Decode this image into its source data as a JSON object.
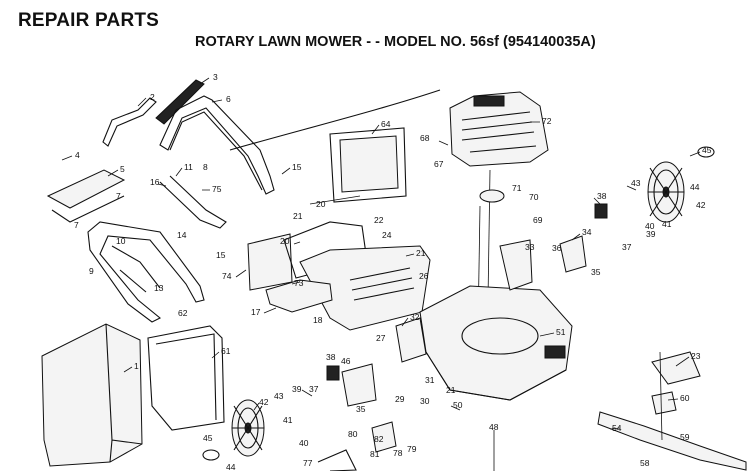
{
  "header": {
    "title": "REPAIR PARTS",
    "subtitle": "ROTARY LAWN MOWER - - MODEL NO. 56sf (954140035A)"
  },
  "diagram": {
    "callouts": [
      {
        "id": "c2",
        "text": "2"
      },
      {
        "id": "c3",
        "text": "3"
      },
      {
        "id": "c6",
        "text": "6"
      },
      {
        "id": "c4",
        "text": "4"
      },
      {
        "id": "c5",
        "text": "5"
      },
      {
        "id": "c11",
        "text": "11"
      },
      {
        "id": "c8",
        "text": "8"
      },
      {
        "id": "c16",
        "text": "16"
      },
      {
        "id": "c75",
        "text": "75"
      },
      {
        "id": "c15a",
        "text": "15"
      },
      {
        "id": "c7a",
        "text": "7"
      },
      {
        "id": "c7b",
        "text": "7"
      },
      {
        "id": "c10",
        "text": "10"
      },
      {
        "id": "c14",
        "text": "14"
      },
      {
        "id": "c15b",
        "text": "15"
      },
      {
        "id": "c9",
        "text": "9"
      },
      {
        "id": "c13",
        "text": "13"
      },
      {
        "id": "c62",
        "text": "62"
      },
      {
        "id": "c20a",
        "text": "20"
      },
      {
        "id": "c21a",
        "text": "21"
      },
      {
        "id": "c20b",
        "text": "20"
      },
      {
        "id": "c22",
        "text": "22"
      },
      {
        "id": "c24",
        "text": "24"
      },
      {
        "id": "c21b",
        "text": "21"
      },
      {
        "id": "c74",
        "text": "74"
      },
      {
        "id": "c73",
        "text": "73"
      },
      {
        "id": "c26",
        "text": "26"
      },
      {
        "id": "c17",
        "text": "17"
      },
      {
        "id": "c18",
        "text": "18"
      },
      {
        "id": "c64",
        "text": "64"
      },
      {
        "id": "c68",
        "text": "68"
      },
      {
        "id": "c67",
        "text": "67"
      },
      {
        "id": "c72",
        "text": "72"
      },
      {
        "id": "c71",
        "text": "71"
      },
      {
        "id": "c70",
        "text": "70"
      },
      {
        "id": "c69",
        "text": "69"
      },
      {
        "id": "c45a",
        "text": "45"
      },
      {
        "id": "c43a",
        "text": "43"
      },
      {
        "id": "c44a",
        "text": "44"
      },
      {
        "id": "c42a",
        "text": "42"
      },
      {
        "id": "c38a",
        "text": "38"
      },
      {
        "id": "c40a",
        "text": "40"
      },
      {
        "id": "c41a",
        "text": "41"
      },
      {
        "id": "c34",
        "text": "34"
      },
      {
        "id": "c33",
        "text": "33"
      },
      {
        "id": "c36",
        "text": "36"
      },
      {
        "id": "c37a",
        "text": "37"
      },
      {
        "id": "c39a",
        "text": "39"
      },
      {
        "id": "c35a",
        "text": "35"
      },
      {
        "id": "c32",
        "text": "32"
      },
      {
        "id": "c51",
        "text": "51"
      },
      {
        "id": "c27",
        "text": "27"
      },
      {
        "id": "c1",
        "text": "1"
      },
      {
        "id": "c61",
        "text": "61"
      },
      {
        "id": "c38b",
        "text": "38"
      },
      {
        "id": "c46",
        "text": "46"
      },
      {
        "id": "c31",
        "text": "31"
      },
      {
        "id": "c21c",
        "text": "21"
      },
      {
        "id": "c29",
        "text": "29"
      },
      {
        "id": "c30",
        "text": "30"
      },
      {
        "id": "c37b",
        "text": "37"
      },
      {
        "id": "c35b",
        "text": "35"
      },
      {
        "id": "c39b",
        "text": "39"
      },
      {
        "id": "c43b",
        "text": "43"
      },
      {
        "id": "c42b",
        "text": "42"
      },
      {
        "id": "c41b",
        "text": "41"
      },
      {
        "id": "c40b",
        "text": "40"
      },
      {
        "id": "c45b",
        "text": "45"
      },
      {
        "id": "c44b",
        "text": "44"
      },
      {
        "id": "c50",
        "text": "50"
      },
      {
        "id": "c48",
        "text": "48"
      },
      {
        "id": "c80",
        "text": "80"
      },
      {
        "id": "c82",
        "text": "82"
      },
      {
        "id": "c81",
        "text": "81"
      },
      {
        "id": "c79",
        "text": "79"
      },
      {
        "id": "c78",
        "text": "78"
      },
      {
        "id": "c77",
        "text": "77"
      },
      {
        "id": "c23",
        "text": "23"
      },
      {
        "id": "c60",
        "text": "60"
      },
      {
        "id": "c54",
        "text": "54"
      },
      {
        "id": "c59",
        "text": "59"
      },
      {
        "id": "c58",
        "text": "58"
      }
    ]
  }
}
